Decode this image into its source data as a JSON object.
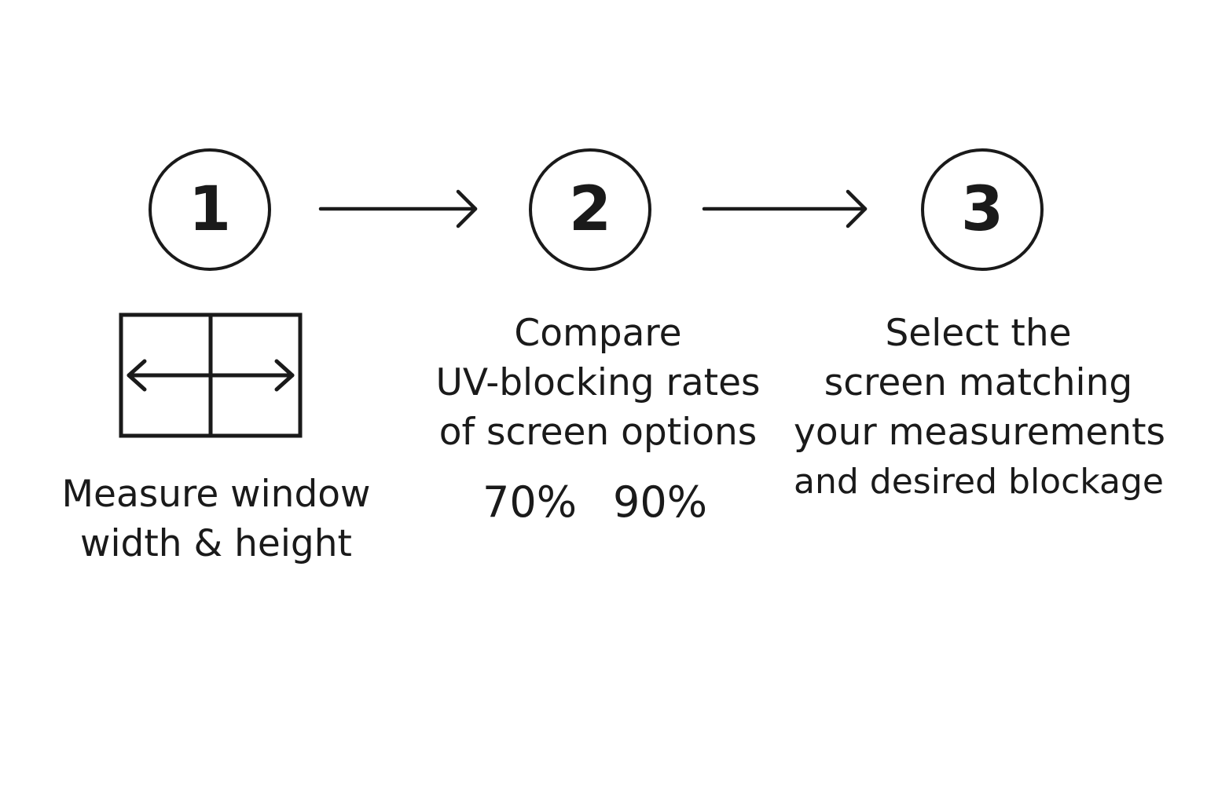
{
  "steps": [
    {
      "number": "1",
      "icon": "window-measure-icon",
      "caption": [
        "Measure window",
        "width & height"
      ]
    },
    {
      "number": "2",
      "caption": [
        "Compare",
        "UV-blocking rates",
        "of screen options"
      ],
      "options": [
        "70%",
        "90%"
      ]
    },
    {
      "number": "3",
      "caption": [
        "Select the",
        "screen matching",
        "your measurements",
        "and desired blockage"
      ]
    }
  ],
  "colors": {
    "stroke": "#1a1a1a",
    "background": "#ffffff"
  }
}
